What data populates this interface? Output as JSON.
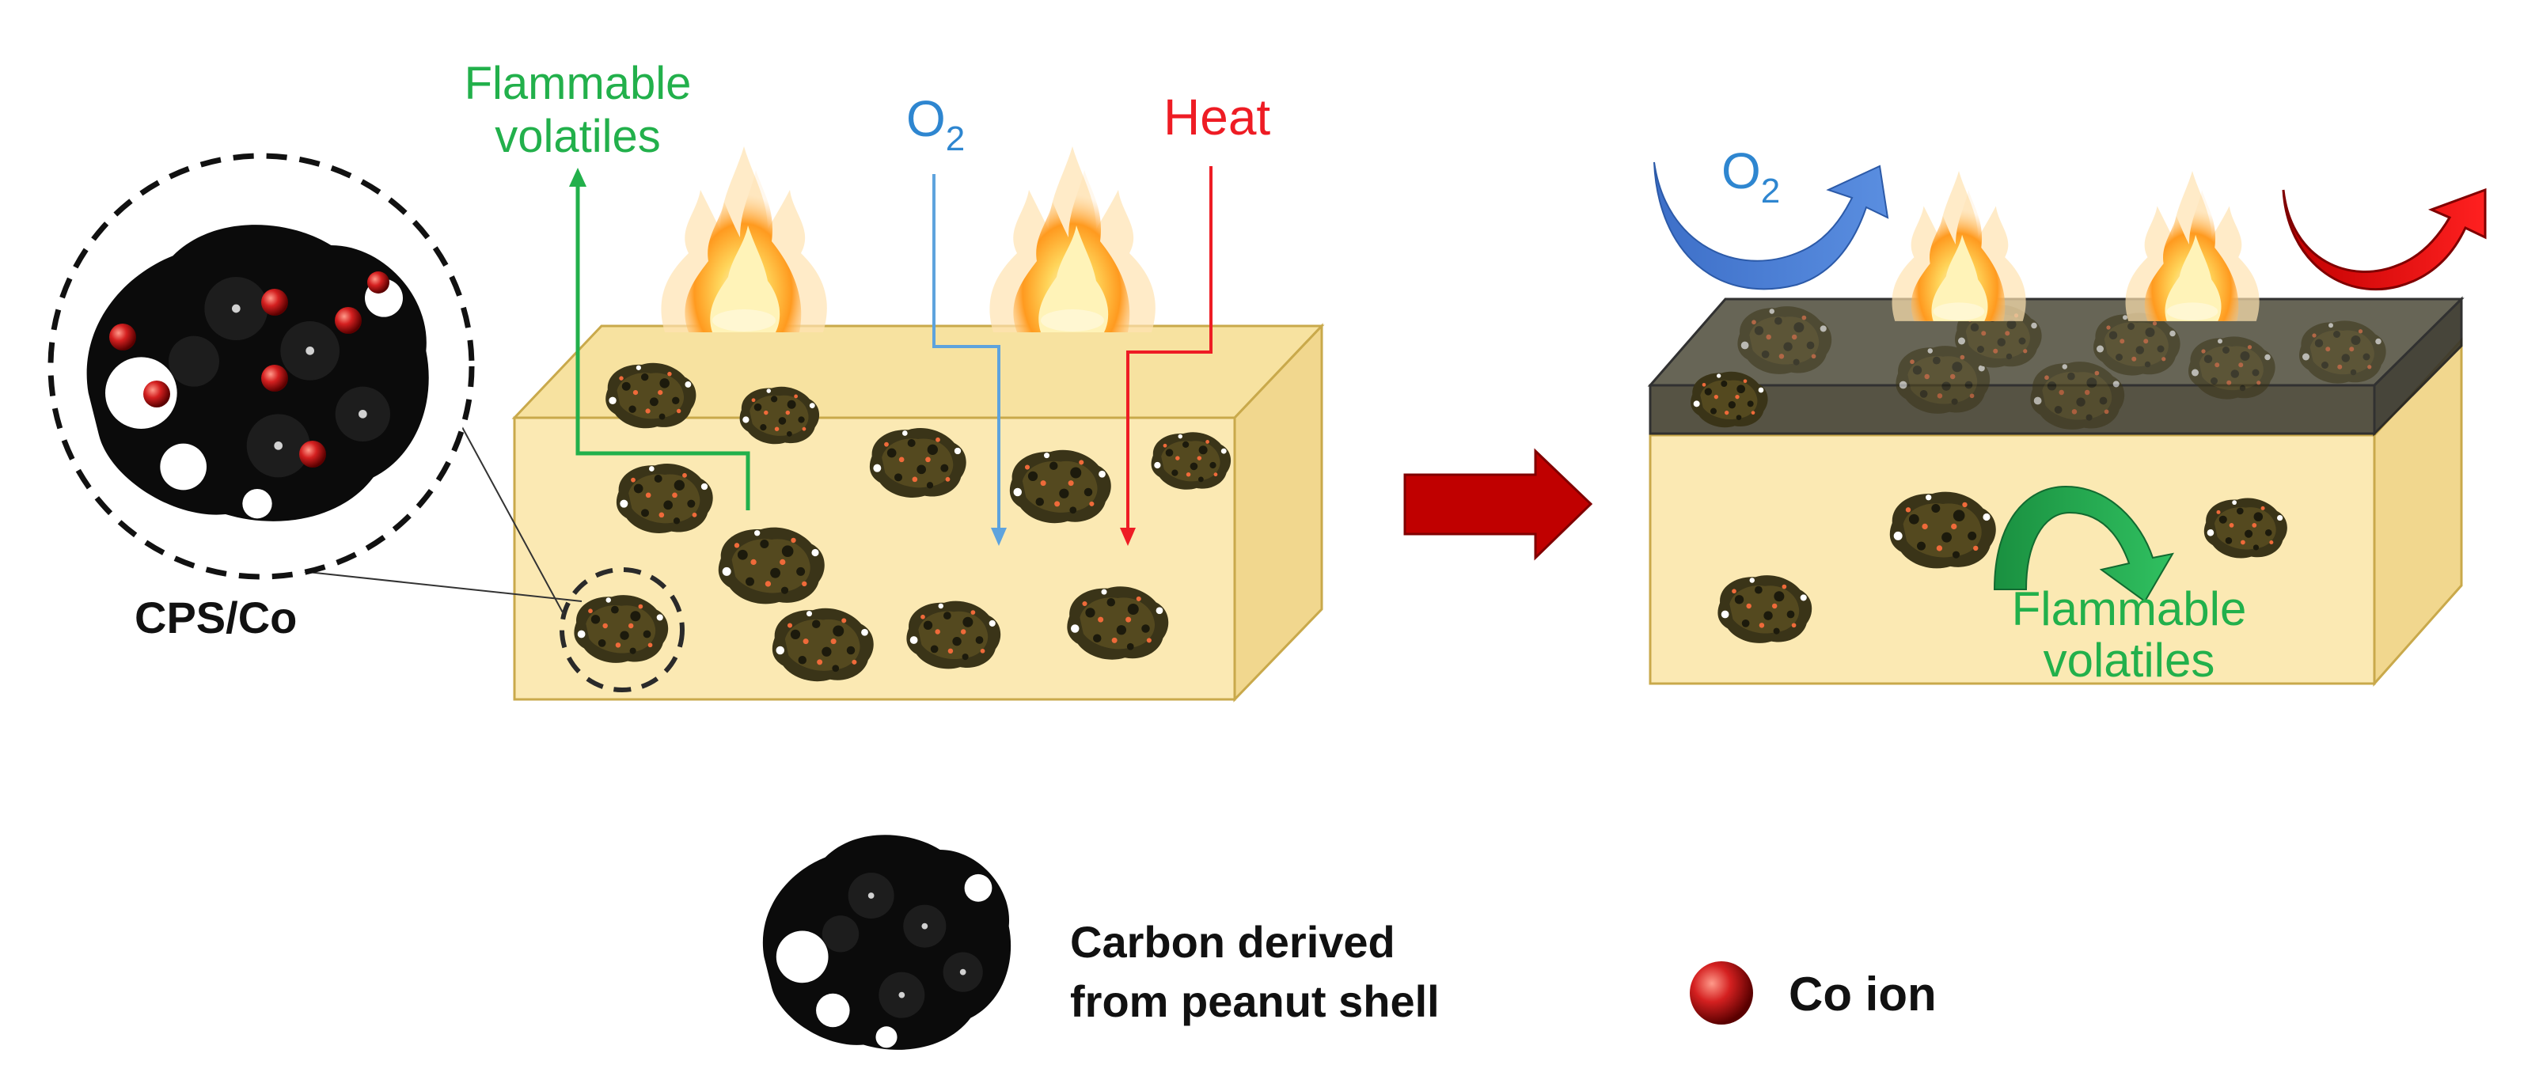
{
  "left_panel": {
    "flammable_label_line1": "Flammable",
    "flammable_label_line2": "volatiles",
    "oxygen_label": "O",
    "oxygen_subscript": "2",
    "heat_label": "Heat",
    "magnified_label": "CPS/Co"
  },
  "right_panel": {
    "oxygen_label": "O",
    "oxygen_subscript": "2",
    "flammable_label_line1": "Flammable",
    "flammable_label_line2": "volatiles"
  },
  "legend": {
    "carbon_label_line1": "Carbon derived",
    "carbon_label_line2": "from peanut shell",
    "co_ion_label": "Co ion"
  },
  "colors": {
    "flammable_green": "#22b04b",
    "oxygen_blue": "#2e86d0",
    "heat_red": "#ee1c24",
    "box_fill": "#fbe9b3",
    "box_stroke": "#c9a94b",
    "char_layer": "#4a4636",
    "transition_arrow": "#c00000"
  }
}
